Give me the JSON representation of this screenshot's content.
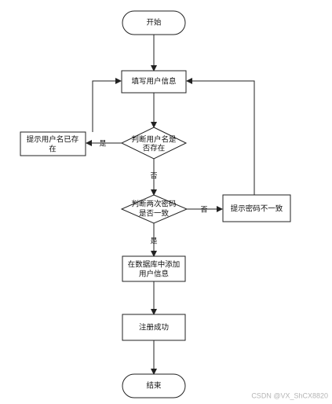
{
  "nodes": {
    "start": "开始",
    "fill_info": "填写用户信息",
    "check_exists": [
      "判断用户名是",
      "否存在"
    ],
    "exists_prompt": [
      "提示用户名已存",
      "在"
    ],
    "check_pwd": [
      "判断两次密码",
      "是否一致"
    ],
    "pwd_prompt": "提示密码不一致",
    "add_db": [
      "在数据库中添加",
      "用户信息"
    ],
    "register_ok": "注册成功",
    "end": "结束"
  },
  "edges": {
    "yes": "是",
    "no": "否"
  },
  "watermark": "CSDN @VX_ShCX8820"
}
